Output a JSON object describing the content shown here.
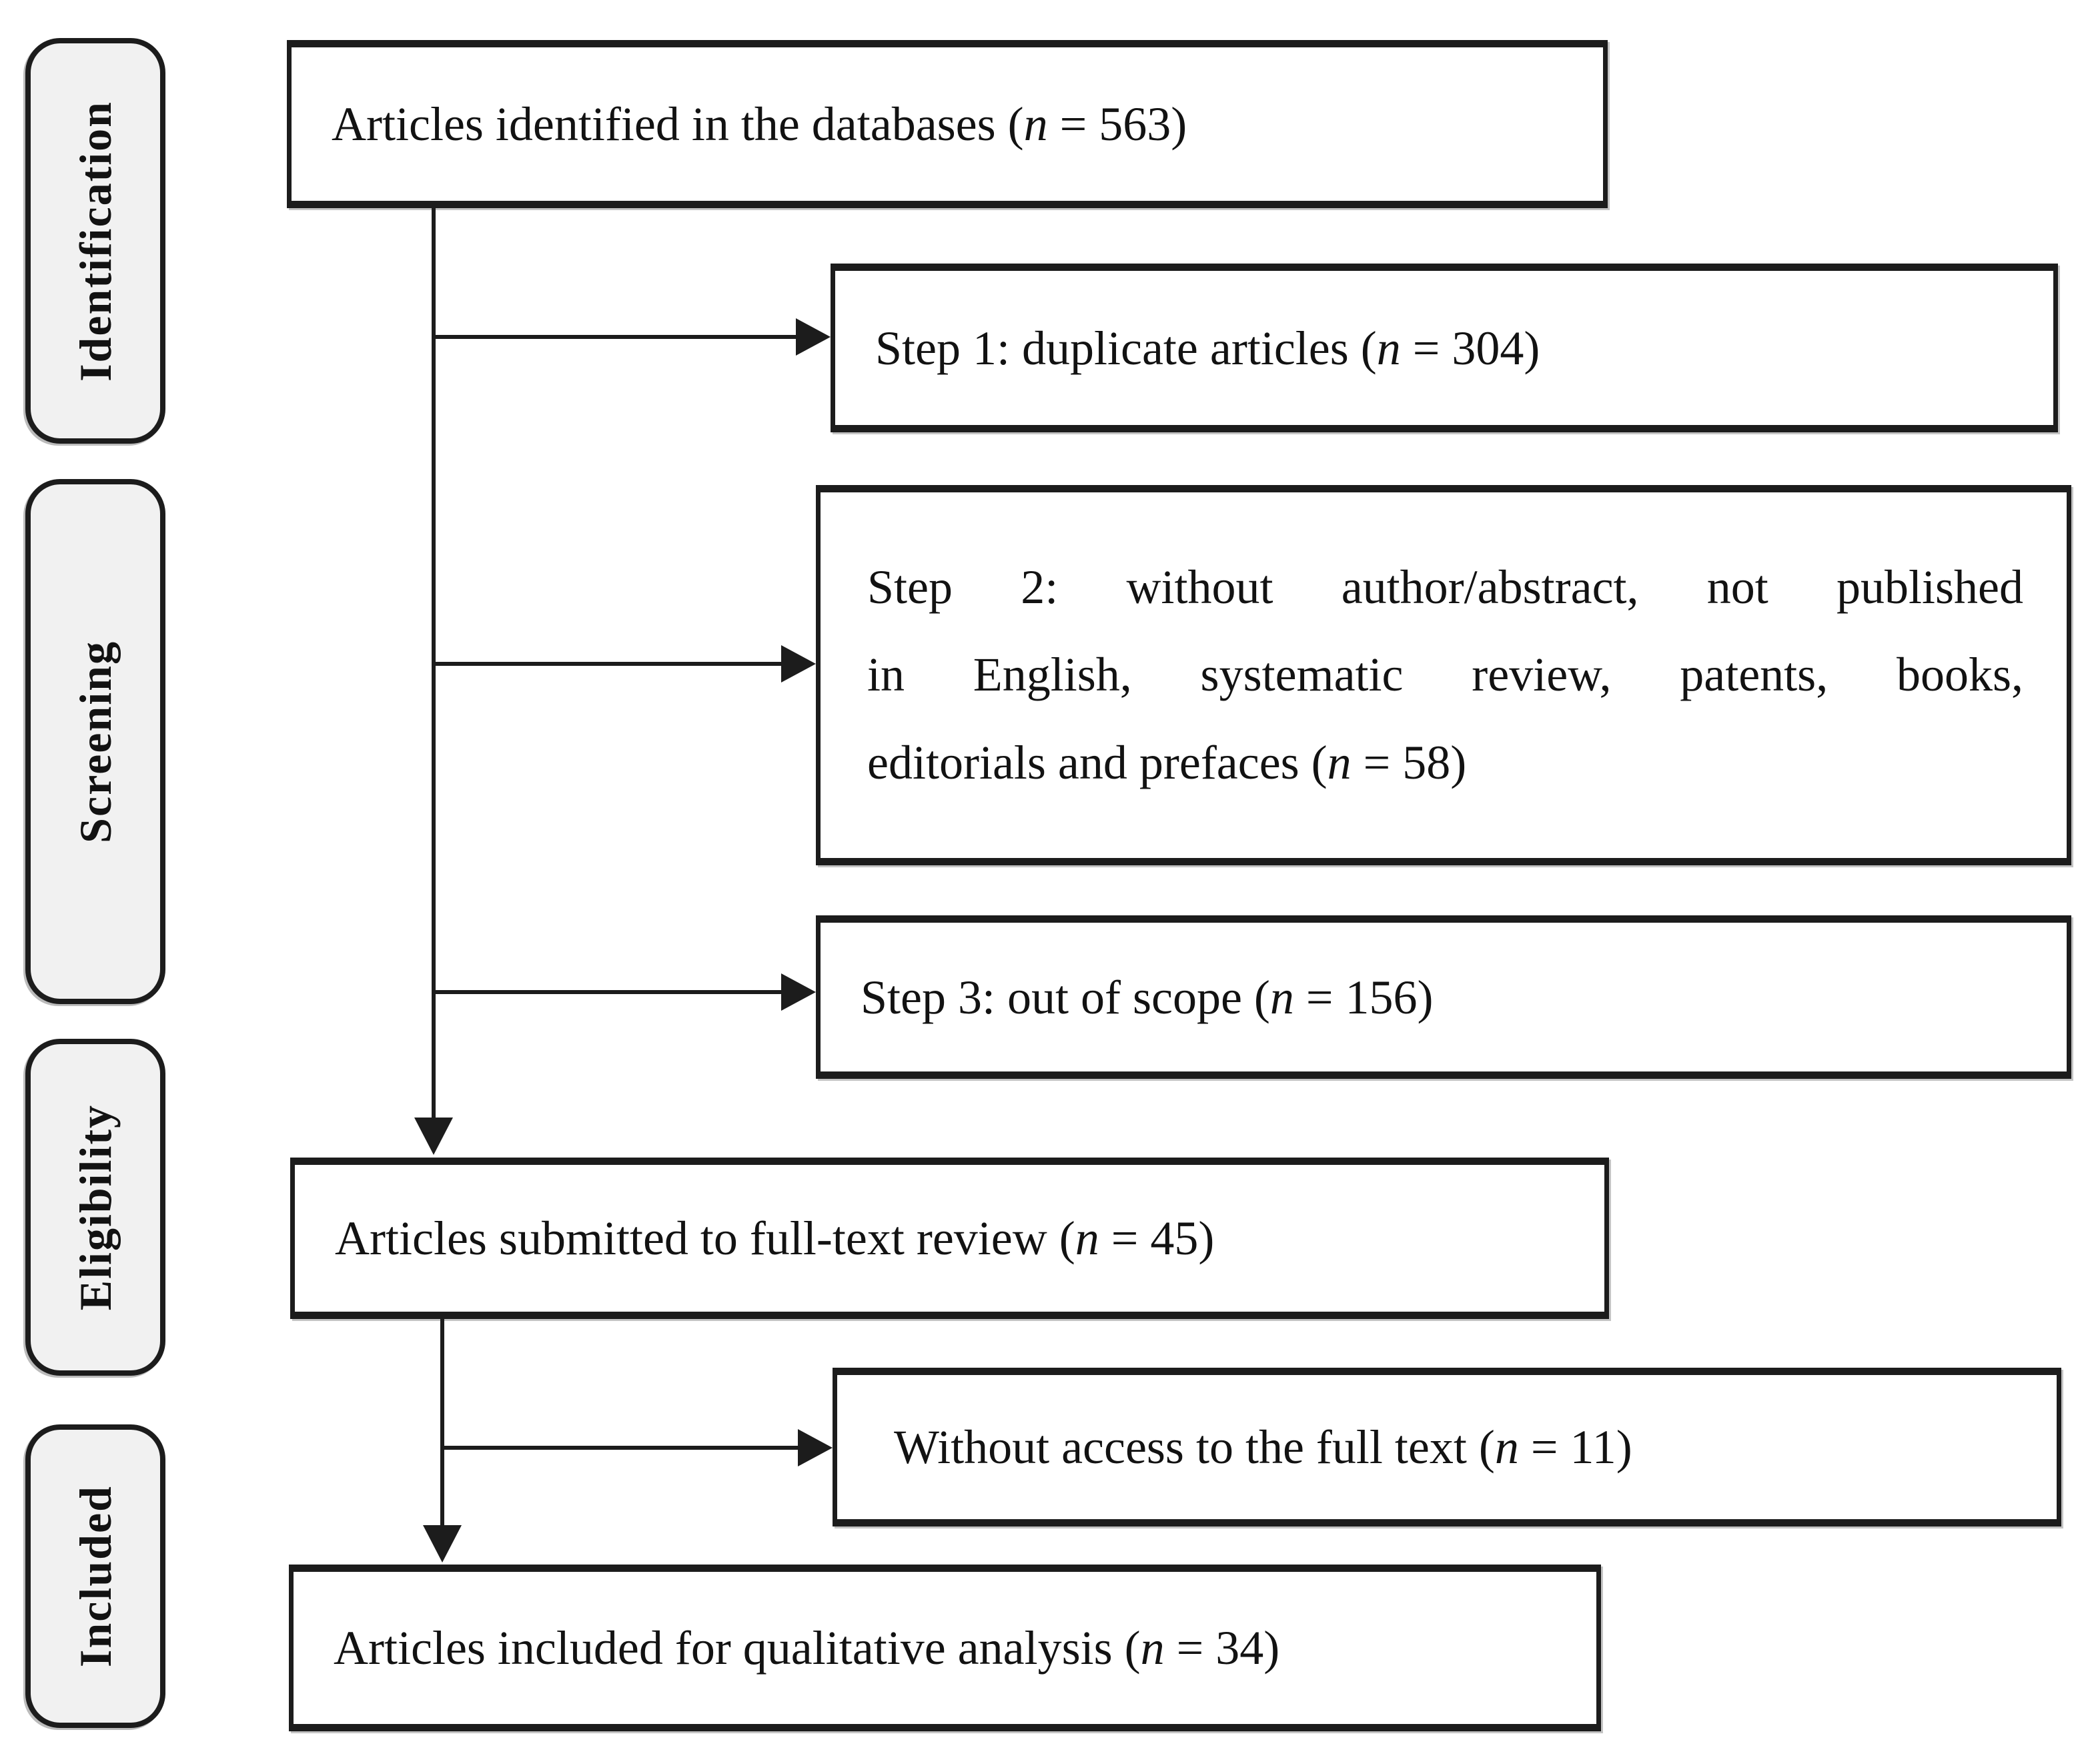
{
  "colors": {
    "line": "#1c1c1c",
    "text": "#121212",
    "stage-fill": "#f1f1f1",
    "canvas-bg": "#ffffff"
  },
  "stages": [
    {
      "label": "Identification"
    },
    {
      "label": "Screening"
    },
    {
      "label": "Eligibility"
    },
    {
      "label": "Included"
    }
  ],
  "boxes": {
    "identified": {
      "text": "Articles identified in the databases (n = 563)"
    },
    "step1": {
      "text": "Step 1: duplicate articles (n = 304)"
    },
    "step2": {
      "lines": [
        "Step 2: without author/abstract, not published",
        "in English, systematic review, patents, books,",
        "editorials and prefaces (n = 58)"
      ]
    },
    "step3": {
      "text": "Step 3: out of scope (n = 156)"
    },
    "submitted": {
      "text": "Articles submitted to full-text review (n = 45)"
    },
    "no_access": {
      "text": "Without access to the full text (n = 11)"
    },
    "included": {
      "text": "Articles included for qualitative analysis (n = 34)"
    }
  },
  "counts": {
    "identified": 563,
    "duplicates_removed": 304,
    "step2_excluded": 58,
    "out_of_scope": 156,
    "full_text_review": 45,
    "without_full_text_access": 11,
    "qualitative_analysis": 34
  }
}
